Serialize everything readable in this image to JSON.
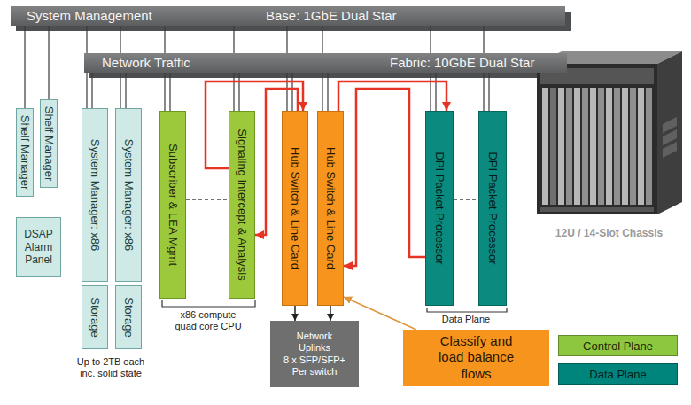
{
  "diagram": {
    "nodes": [
      {
        "text": [
          "System Management",
          "Base: 1GbE Dual Star"
        ]
      },
      {
        "text": [
          "Network Traffic",
          "Fabric: 10GbE Dual Star"
        ]
      },
      {
        "text": [
          "Shelf Manager"
        ]
      },
      {
        "text": [
          "Shelf Manager"
        ]
      },
      {
        "text": [
          "DSAP Alarm Panel"
        ]
      },
      {
        "text": [
          "System Manager: x86"
        ]
      },
      {
        "text": [
          "Storage"
        ]
      },
      {
        "text": [
          "System Manager: x86"
        ]
      },
      {
        "text": [
          "Storage"
        ]
      },
      {
        "text": [
          "Subscriber & LEA Mgmt"
        ]
      },
      {
        "text": [
          "Signaling Intercept & Analysis"
        ]
      },
      {
        "text": [
          "Hub Switch & Line Card"
        ]
      },
      {
        "text": [
          "Hub Switch & Line Card"
        ]
      },
      {
        "text": [
          "DPI Packet Processor"
        ]
      },
      {
        "text": [
          "DPI Packet Processor"
        ]
      },
      {
        "text": [
          "Network Uplinks",
          "8 x SFP/SFP+ Per switch"
        ]
      },
      {
        "text": [
          "Classify and load balance flows"
        ]
      }
    ],
    "edges": [
      {
        "from": 0,
        "to": 2,
        "arrow": "none"
      },
      {
        "from": 0,
        "to": 3,
        "arrow": "none"
      },
      {
        "from": 0,
        "to": 5,
        "arrow": "none"
      },
      {
        "from": 0,
        "to": 7,
        "arrow": "none"
      },
      {
        "from": 0,
        "to": 9,
        "arrow": "none"
      },
      {
        "from": 0,
        "to": 10,
        "arrow": "none"
      },
      {
        "from": 0,
        "to": 11,
        "arrow": "none"
      },
      {
        "from": 0,
        "to": 12,
        "arrow": "none"
      },
      {
        "from": 0,
        "to": 13,
        "arrow": "none"
      },
      {
        "from": 0,
        "to": 14,
        "arrow": "none"
      },
      {
        "from": 1,
        "to": 5,
        "arrow": "none"
      },
      {
        "from": 1,
        "to": 7,
        "arrow": "none"
      },
      {
        "from": 1,
        "to": 9,
        "arrow": "none"
      },
      {
        "from": 1,
        "to": 10,
        "arrow": "none"
      },
      {
        "from": 1,
        "to": 11,
        "arrow": "none"
      },
      {
        "from": 1,
        "to": 12,
        "arrow": "none"
      },
      {
        "from": 1,
        "to": 13,
        "arrow": "none"
      },
      {
        "from": 1,
        "to": 14,
        "arrow": "none"
      },
      {
        "from": 9,
        "to": 10,
        "arrow": "none"
      },
      {
        "from": 13,
        "to": 14,
        "arrow": "none"
      },
      {
        "from": 11,
        "to": 10,
        "arrow": "to"
      },
      {
        "from": 10,
        "to": 11,
        "arrow": "to"
      },
      {
        "from": 12,
        "to": 13,
        "arrow": "to"
      },
      {
        "from": 13,
        "to": 12,
        "arrow": "to"
      },
      {
        "from": 11,
        "to": 15,
        "arrow": "to"
      },
      {
        "from": 12,
        "to": 15,
        "arrow": "to"
      },
      {
        "from": 16,
        "to": 12,
        "arrow": "to"
      }
    ],
    "labels": [
      "Up to 2TB each inc. solid state",
      "x86 compute quad core CPU",
      "Data Plane",
      "12U / 14-Slot Chassis"
    ],
    "legend": [
      {
        "text": "Control Plane",
        "color": "#8dc63f"
      },
      {
        "text": "Data Plane",
        "color": "#00857c"
      }
    ]
  }
}
